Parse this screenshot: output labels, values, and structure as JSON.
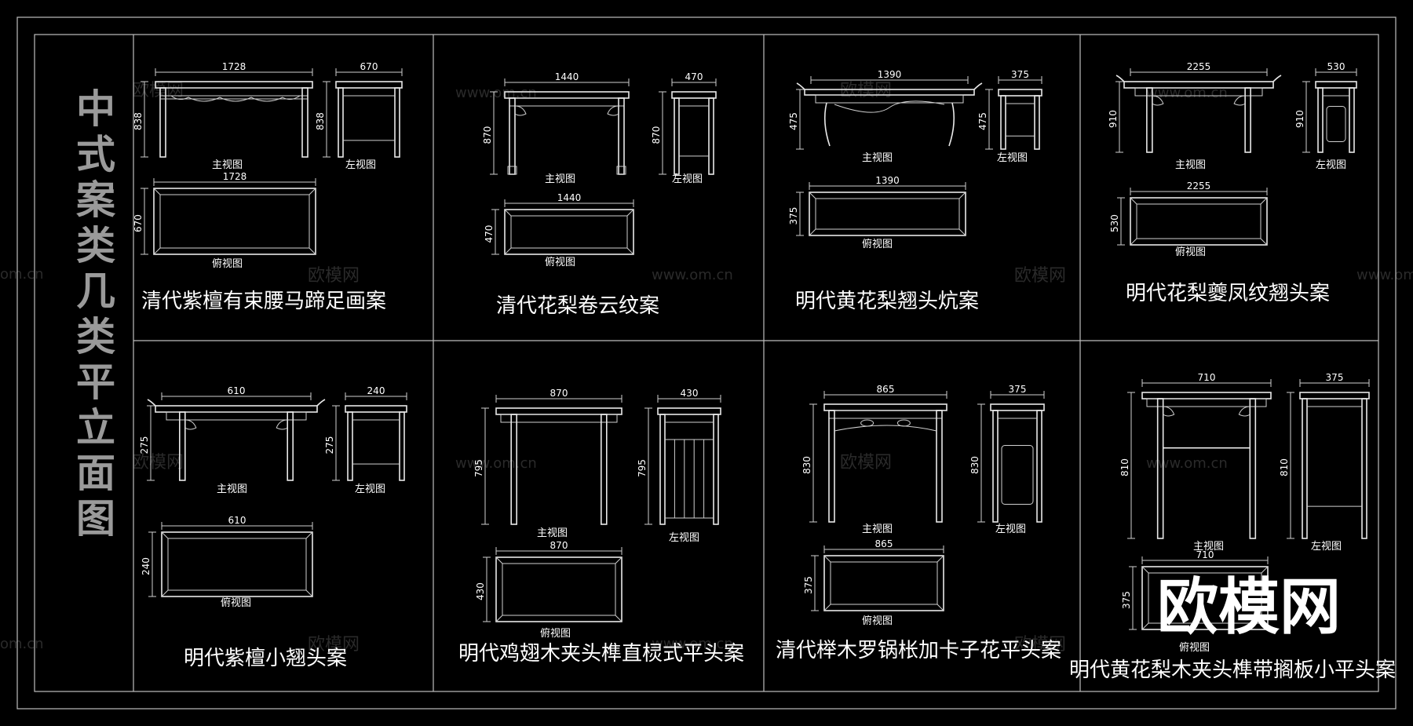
{
  "sheet_title": "中式案类几类平立面图",
  "watermark": {
    "site": "www.om.cn",
    "brand": "欧模网",
    "partial": "om.cn"
  },
  "colors": {
    "background": "#000000",
    "line": "#e8e8e8",
    "frame": "#bdbdbd",
    "title": "#9a9a9a",
    "watermark": "#2a2a2a"
  },
  "panels": [
    {
      "name": "清代紫檀有束腰马蹄足画案",
      "front_label": "主视图",
      "side_label": "左视图",
      "top_label": "俯视图",
      "front_w": "1728",
      "front_h": "838",
      "side_w": "670",
      "side_h": "838",
      "top_w": "1728",
      "top_h": "670"
    },
    {
      "name": "清代花梨卷云纹案",
      "front_label": "主视图",
      "side_label": "左视图",
      "top_label": "俯视图",
      "front_w": "1440",
      "front_h": "870",
      "side_w": "470",
      "side_h": "870",
      "top_w": "1440",
      "top_h": "470"
    },
    {
      "name": "明代黄花梨翘头炕案",
      "front_label": "主视图",
      "side_label": "左视图",
      "top_label": "俯视图",
      "front_w": "1390",
      "front_h": "475",
      "side_w": "375",
      "side_h": "475",
      "top_w": "1390",
      "top_h": "375"
    },
    {
      "name": "明代花梨夔凤纹翘头案",
      "front_label": "主视图",
      "side_label": "左视图",
      "top_label": "俯视图",
      "front_w": "2255",
      "front_h": "910",
      "side_w": "530",
      "side_h": "910",
      "top_w": "2255",
      "top_h": "530"
    },
    {
      "name": "明代紫檀小翘头案",
      "front_label": "主视图",
      "side_label": "左视图",
      "top_label": "俯视图",
      "front_w": "610",
      "front_h": "275",
      "side_w": "240",
      "side_h": "275",
      "top_w": "610",
      "top_h": "240"
    },
    {
      "name": "明代鸡翅木夹头榫直棂式平头案",
      "front_label": "主视图",
      "side_label": "左视图",
      "top_label": "俯视图",
      "front_w": "870",
      "front_h": "795",
      "side_w": "430",
      "side_h": "795",
      "top_w": "870",
      "top_h": "430"
    },
    {
      "name": "清代榉木罗锅枨加卡子花平头案",
      "front_label": "主视图",
      "side_label": "左视图",
      "top_label": "俯视图",
      "front_w": "865",
      "front_h": "830",
      "side_w": "375",
      "side_h": "830",
      "top_w": "865",
      "top_h": "375"
    },
    {
      "name": "明代黄花梨木夹头榫带搁板小平头案",
      "front_label": "主视图",
      "side_label": "左视图",
      "top_label": "俯视图",
      "front_w": "710",
      "front_h": "810",
      "side_w": "375",
      "side_h": "810",
      "top_w": "710",
      "top_h": "375"
    }
  ]
}
